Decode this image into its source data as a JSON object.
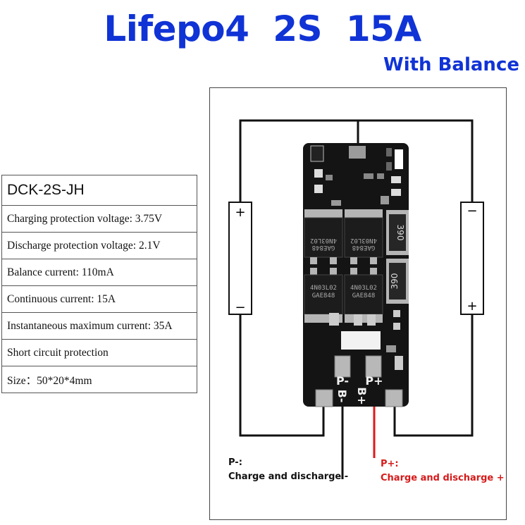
{
  "title": "Lifepo4  2S  15A",
  "subtitle": "With Balance",
  "specs": {
    "model": "DCK-2S-JH",
    "rows": [
      "Charging protection voltage: 3.75V",
      "Discharge protection voltage: 2.1V",
      "Balance current: 110mA",
      "Continuous current: 15A",
      "Instantaneous maximum current: 35A",
      "Short circuit protection",
      "Size：50*20*4mm"
    ]
  },
  "diagram": {
    "battery_left": {
      "top_sign": "+",
      "bottom_sign": "−"
    },
    "battery_right": {
      "top_sign": "−",
      "bottom_sign": "+"
    },
    "board": {
      "chip_marks": [
        "4N03L02",
        "GAE848"
      ],
      "resistor_value": "390",
      "pad_labels": [
        "P-",
        "P+",
        "B-",
        "B+"
      ]
    },
    "labels": {
      "neg_title": "P-:",
      "neg_text": "Charge and discharge -",
      "pos_title": "P+:",
      "pos_text": "Charge and discharge +"
    },
    "colors": {
      "wire": "#111111",
      "positive_wire": "#e01a1a",
      "board": "#111111"
    }
  }
}
